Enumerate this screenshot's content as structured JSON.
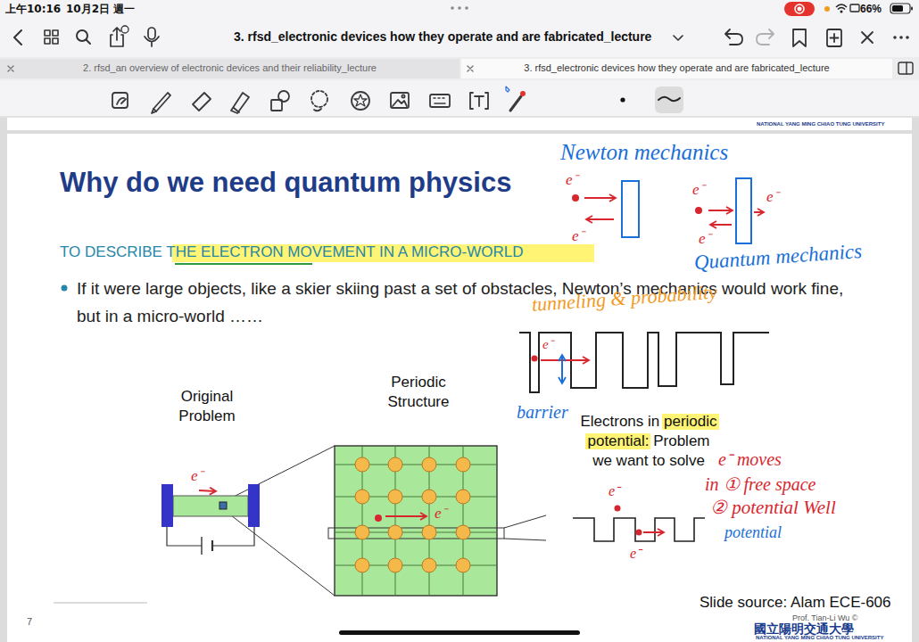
{
  "diagram": {
    "title": "Why do we need quantum physics",
    "nodes": [
      {
        "text": [
          "2. rfsd_an overview of electronic devices and their reliability_lecture"
        ]
      },
      {
        "text": [
          "3. rfsd_electronic devices how they operate and are fabricated_lecture"
        ]
      }
    ],
    "labels": [
      "上午10:16",
      "10月2日 週一",
      "66%",
      "3. rfsd_electronic devices how they operate and are fabricated_lecture",
      "NATIONAL YANG MING CHIAO TUNG UNIVERSITY",
      "TO DESCRIBE THE ELECTRON MOVEMENT IN A MICRO-WORLD",
      "If it were large objects, like a skier skiing past a set of obstacles, Newton’s mechanics would work fine, but in a micro-world ……",
      "Original Problem",
      "Periodic Structure",
      "Electrons in periodic potential: Problem we want to solve",
      "Slide source: Alam ECE-606",
      "Prof. Tian-Li Wu ©",
      "國立陽明交通大學",
      "NATIONAL YANG MING CHIAO TUNG UNIVERSITY",
      "7",
      "Newton mechanics",
      "e⁻",
      "e⁻",
      "e⁻",
      "e⁻",
      "e⁻",
      "Quantum mechanics",
      "tunneling & probability",
      "e⁻",
      "barrier",
      "e⁻",
      "e⁻",
      "e⁻ moves",
      "in ① free space",
      "② potential Well",
      "potential",
      "e⁻",
      "e⁻"
    ]
  }
}
